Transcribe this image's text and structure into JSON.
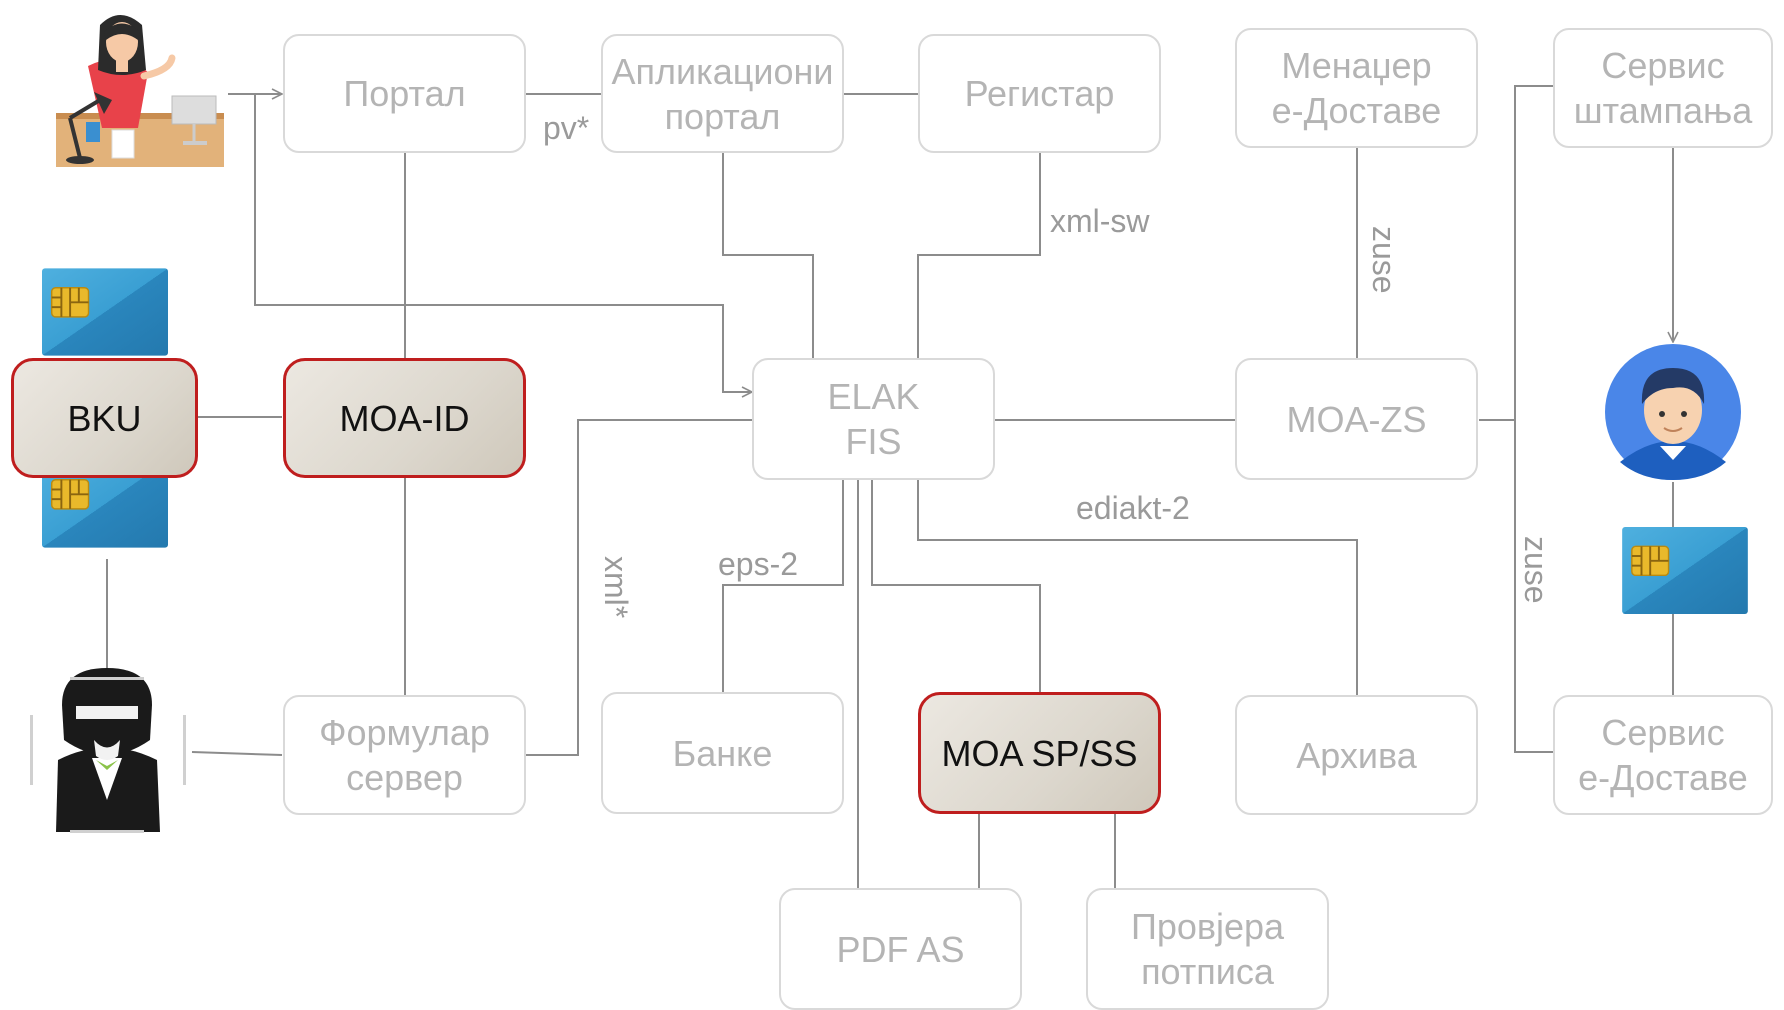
{
  "nodes": {
    "portal": "Портал",
    "app_portal": "Апликациони\nпортал",
    "registry": "Регистар",
    "delivery_manager": "Менаџер\nе-Доставе",
    "print_service": "Сервис\nштампања",
    "bku": "BKU",
    "moa_id": "MOA-ID",
    "elak_fis": "ELAK\nFIS",
    "moa_zs": "MOA-ZS",
    "form_server": "Формулар\nсервер",
    "banks": "Банке",
    "moa_sp_ss": "MOA SP/SS",
    "archive": "Архива",
    "delivery_service": "Сервис\nе-Доставе",
    "pdf_as": "PDF AS",
    "signature_check": "Провјера\nпотписа"
  },
  "edge_labels": {
    "pv": "pv*",
    "xml_sw": "xml-sw",
    "zuse_top": "zuse",
    "zuse_right": "zuse",
    "ediakt": "ediakt-2",
    "eps": "eps-2",
    "xml": "xml*"
  },
  "colors": {
    "line": "#8c8c8c",
    "box_border": "#d9d9d9",
    "faded_text": "#b4b4b4",
    "highlight_border": "#bf1e1e",
    "highlight_fill": "#dcd7cd",
    "card_blue": "#2e8fc5",
    "card_chip": "#e9b92b",
    "avatar_bg": "#4a86e8"
  },
  "icons": {
    "office_user": "woman-at-desk-icon",
    "smart_card": "smart-card-icon",
    "hacker": "hacker-icon",
    "recipient": "user-avatar-icon"
  }
}
